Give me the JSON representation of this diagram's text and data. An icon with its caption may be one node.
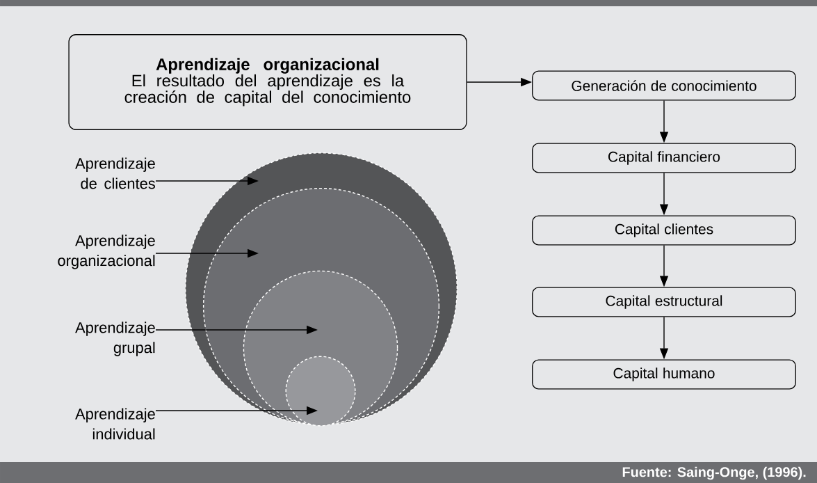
{
  "diagram": {
    "caption": "Fuente: Saing-Onge, (1996).",
    "nodes": [
      {
        "text": [
          "Aprendizaje organizacional",
          "El resultado del aprendizaje es la creación de capital del conocimiento"
        ]
      },
      {
        "text": [
          "Generación de conocimiento"
        ]
      },
      {
        "text": [
          "Capital financiero"
        ]
      },
      {
        "text": [
          "Capital clientes"
        ]
      },
      {
        "text": [
          "Capital estructural"
        ]
      },
      {
        "text": [
          "Capital humano"
        ]
      },
      {
        "text": [],
        "shape": "circle"
      },
      {
        "text": [],
        "shape": "circle",
        "in": 6
      },
      {
        "text": [],
        "shape": "circle",
        "in": 7
      },
      {
        "text": [],
        "shape": "circle",
        "in": 8
      },
      {
        "text": [
          "Aprendizaje de clientes"
        ]
      },
      {
        "text": [
          "Aprendizaje organizacional"
        ]
      },
      {
        "text": [
          "Aprendizaje grupal"
        ]
      },
      {
        "text": [
          "Aprendizaje individual"
        ]
      }
    ],
    "edges": [
      {
        "from": 0,
        "to": 1,
        "arrow": "to"
      },
      {
        "from": 1,
        "to": 2,
        "arrow": "to"
      },
      {
        "from": 2,
        "to": 3,
        "arrow": "to"
      },
      {
        "from": 3,
        "to": 4,
        "arrow": "to"
      },
      {
        "from": 4,
        "to": 5,
        "arrow": "to"
      },
      {
        "from": 10,
        "to": 6,
        "arrow": "to"
      },
      {
        "from": 11,
        "to": 7,
        "arrow": "to"
      },
      {
        "from": 12,
        "to": 8,
        "arrow": "to"
      },
      {
        "from": 13,
        "to": 9,
        "arrow": "to"
      }
    ]
  }
}
